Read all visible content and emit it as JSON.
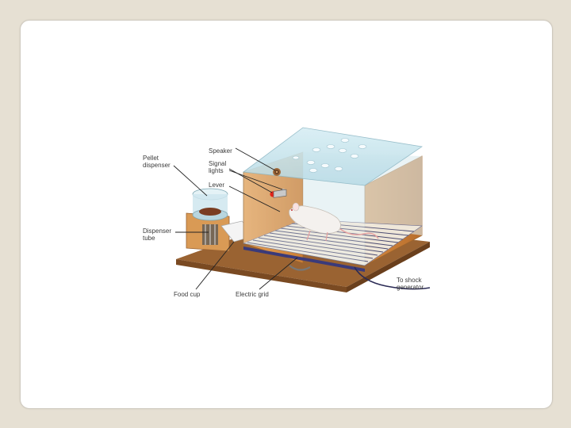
{
  "labels": {
    "speaker": "Speaker",
    "signal_lights": "Signal\nlights",
    "lever": "Lever",
    "pellet_dispenser": "Pellet\ndispenser",
    "dispenser_tube": "Dispenser\ntube",
    "food_cup": "Food cup",
    "electric_grid": "Electric grid",
    "to_shock_generator": "To shock\ngenerator"
  },
  "colors": {
    "wood": "#d48a3c",
    "wood_dark": "#8a5a30",
    "glass": "#c9e6ee",
    "signal_light": "#e2231a",
    "grid": "#3a3a7a"
  }
}
